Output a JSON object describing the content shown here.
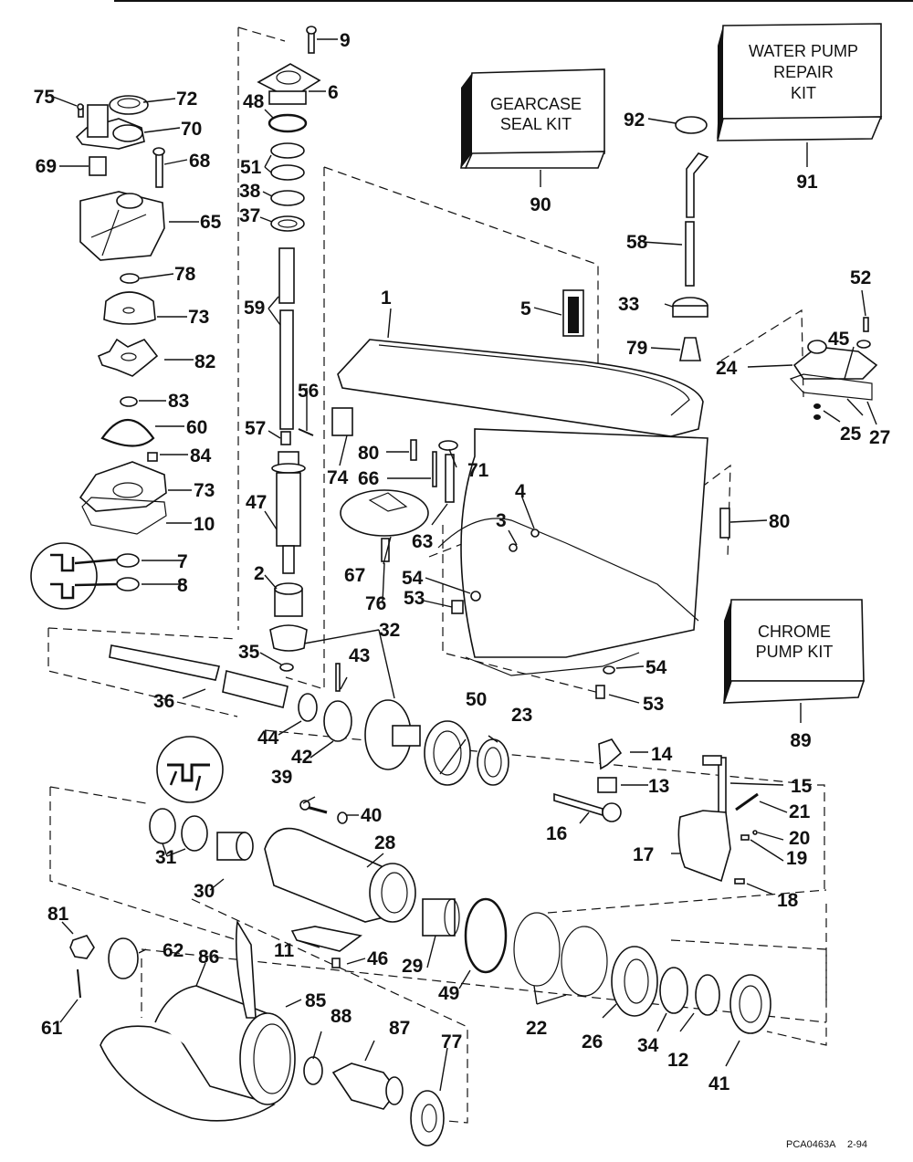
{
  "diagram": {
    "title": "Gearcase exploded parts diagram",
    "footer_code": "PCA0463A",
    "footer_date": "2-94",
    "kits": [
      {
        "id": "90",
        "lines": [
          "GEARCASE",
          "SEAL KIT"
        ]
      },
      {
        "id": "91",
        "lines": [
          "WATER PUMP",
          "REPAIR",
          "KIT"
        ]
      },
      {
        "id": "89",
        "lines": [
          "CHROME",
          "PUMP KIT"
        ]
      }
    ],
    "callouts": [
      "1",
      "2",
      "3",
      "4",
      "5",
      "6",
      "7",
      "8",
      "9",
      "10",
      "11",
      "12",
      "13",
      "14",
      "15",
      "16",
      "17",
      "18",
      "19",
      "20",
      "21",
      "22",
      "23",
      "24",
      "25",
      "26",
      "27",
      "28",
      "29",
      "30",
      "31",
      "32",
      "33",
      "34",
      "35",
      "36",
      "37",
      "38",
      "39",
      "40",
      "41",
      "42",
      "43",
      "44",
      "45",
      "46",
      "47",
      "48",
      "49",
      "50",
      "51",
      "52",
      "53",
      "54",
      "56",
      "57",
      "58",
      "59",
      "60",
      "61",
      "62",
      "63",
      "65",
      "66",
      "67",
      "68",
      "69",
      "70",
      "71",
      "72",
      "73",
      "74",
      "75",
      "76",
      "77",
      "78",
      "79",
      "80",
      "81",
      "82",
      "83",
      "84",
      "85",
      "86",
      "87",
      "88",
      "89",
      "90",
      "91",
      "92"
    ],
    "labels": {
      "p1": "1",
      "p2": "2",
      "p3": "3",
      "p4": "4",
      "p5": "5",
      "p6": "6",
      "p7": "7",
      "p8": "8",
      "p9": "9",
      "p10": "10",
      "p11": "11",
      "p12": "12",
      "p13": "13",
      "p14": "14",
      "p15": "15",
      "p16": "16",
      "p17": "17",
      "p18": "18",
      "p19": "19",
      "p20": "20",
      "p21": "21",
      "p22": "22",
      "p23": "23",
      "p24": "24",
      "p25": "25",
      "p26": "26",
      "p27": "27",
      "p28": "28",
      "p29": "29",
      "p30": "30",
      "p31": "31",
      "p32": "32",
      "p33": "33",
      "p34": "34",
      "p35": "35",
      "p36": "36",
      "p37": "37",
      "p38": "38",
      "p39": "39",
      "p40": "40",
      "p41": "41",
      "p42": "42",
      "p43": "43",
      "p44": "44",
      "p45": "45",
      "p46": "46",
      "p47": "47",
      "p48": "48",
      "p49": "49",
      "p50": "50",
      "p51": "51",
      "p52": "52",
      "p53a": "53",
      "p53b": "53",
      "p54a": "54",
      "p54b": "54",
      "p56": "56",
      "p57": "57",
      "p58": "58",
      "p59": "59",
      "p60": "60",
      "p61": "61",
      "p62": "62",
      "p63": "63",
      "p65": "65",
      "p66": "66",
      "p67": "67",
      "p68": "68",
      "p69": "69",
      "p70": "70",
      "p71": "71",
      "p72": "72",
      "p73a": "73",
      "p73b": "73",
      "p74": "74",
      "p75": "75",
      "p76": "76",
      "p77": "77",
      "p78": "78",
      "p79": "79",
      "p80a": "80",
      "p80b": "80",
      "p81": "81",
      "p82": "82",
      "p83": "83",
      "p84": "84",
      "p85": "85",
      "p86": "86",
      "p87": "87",
      "p88": "88",
      "p89": "89",
      "p90": "90",
      "p91": "91",
      "p92": "92"
    }
  }
}
